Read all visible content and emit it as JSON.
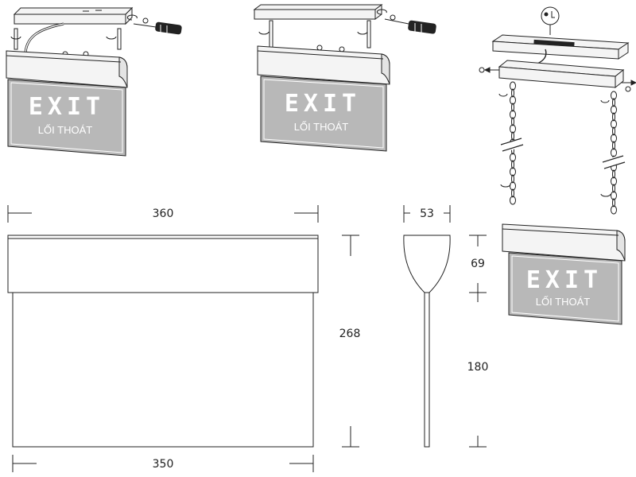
{
  "sign": {
    "main_text": "EXIT",
    "sub_text": "LỐI THOÁT"
  },
  "dimensions": {
    "width_top": "360",
    "width_bottom": "350",
    "total_height": "268",
    "depth": "53",
    "housing_height": "69",
    "panel_height": "180"
  },
  "colors": {
    "line": "#222222",
    "panel_fill": "#b8b8b8",
    "housing_fill": "#f4f4f4",
    "panel_text": "#ffffff"
  }
}
